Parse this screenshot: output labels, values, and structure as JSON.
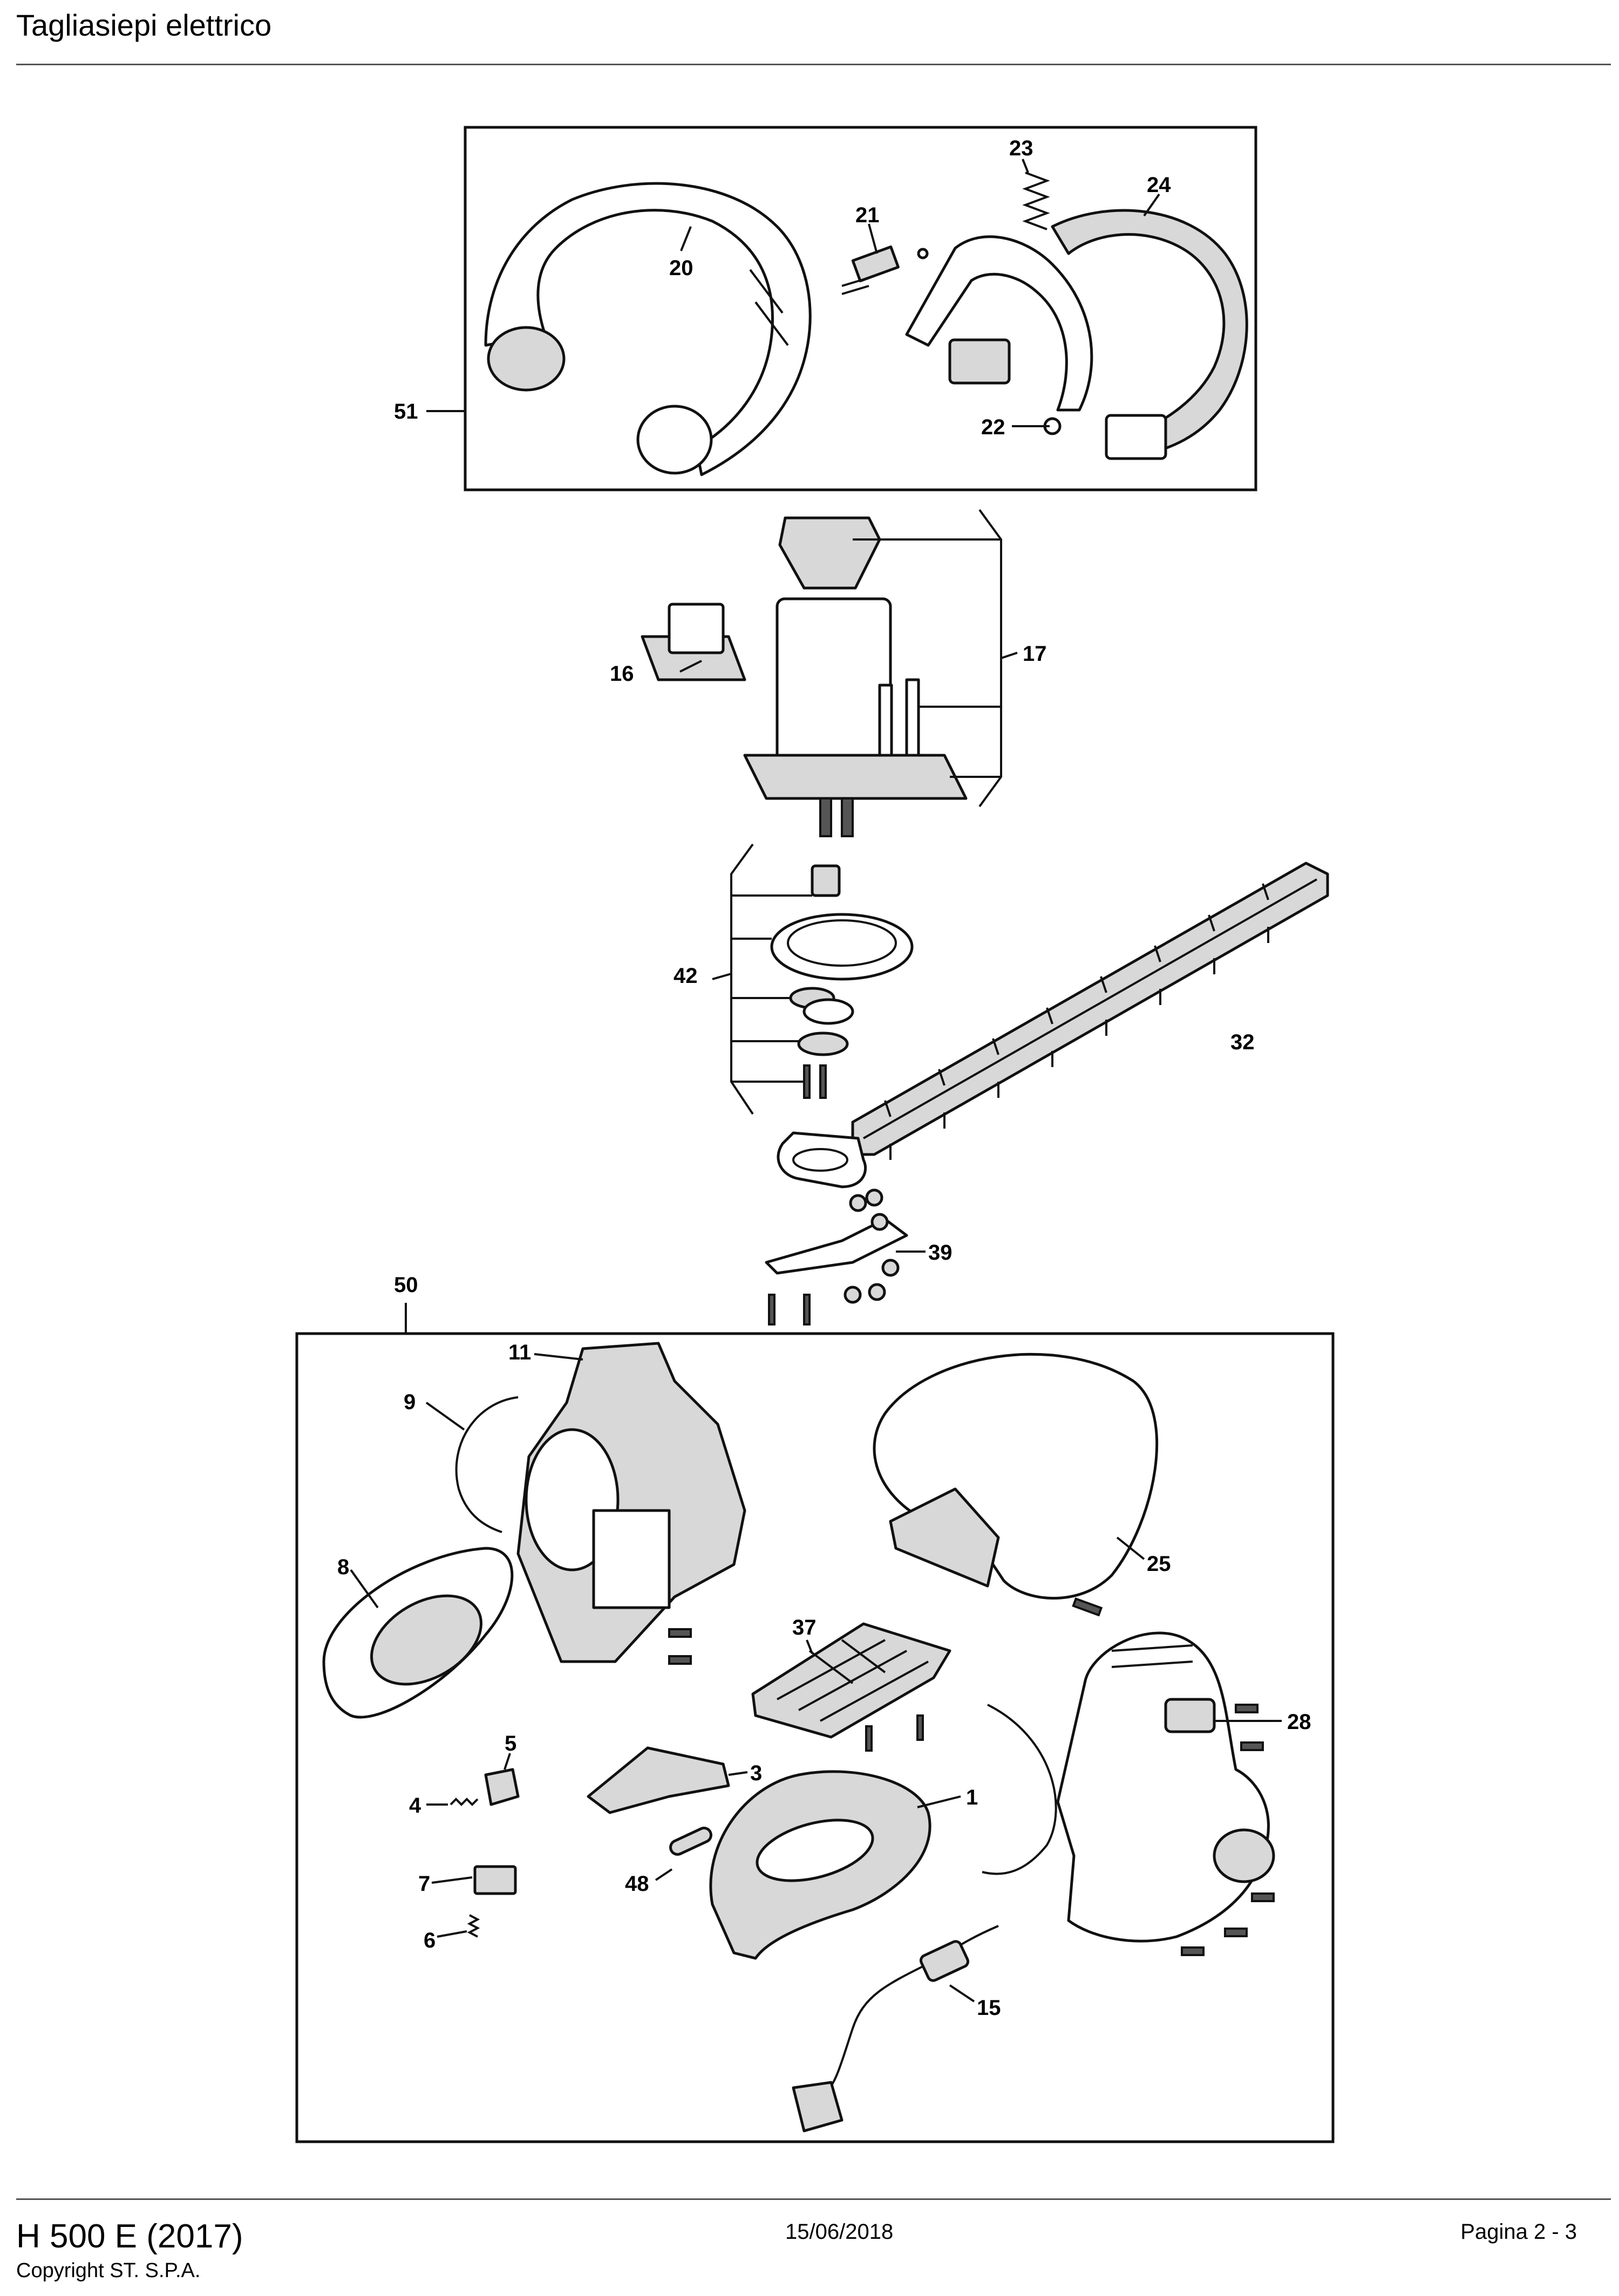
{
  "header": {
    "title": "Tagliasiepi elettrico"
  },
  "footer": {
    "model": "H 500 E (2017)",
    "copyright": "Copyright ST. S.P.A.",
    "date": "15/06/2018",
    "page": "Pagina 2 - 3"
  },
  "diagram": {
    "labels": {
      "p1": "1",
      "p3": "3",
      "p4": "4",
      "p5": "5",
      "p6": "6",
      "p7": "7",
      "p8": "8",
      "p9": "9",
      "p11": "11",
      "p15": "15",
      "p16": "16",
      "p17": "17",
      "p20": "20",
      "p21": "21",
      "p22": "22",
      "p23": "23",
      "p24": "24",
      "p25": "25",
      "p28": "28",
      "p32": "32",
      "p37": "37",
      "p39": "39",
      "p42": "42",
      "p48": "48",
      "p50": "50",
      "p51": "51"
    }
  }
}
